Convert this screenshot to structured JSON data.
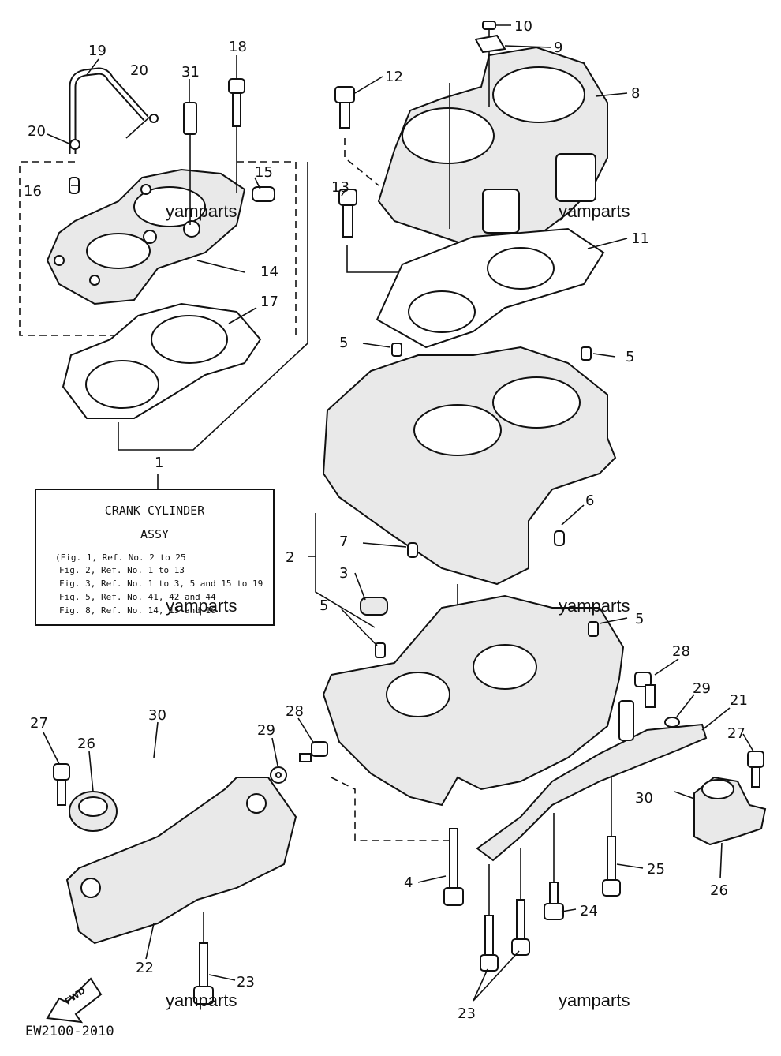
{
  "diagram": {
    "code": "EW2100-2010",
    "watermark": "yamparts",
    "assy_box": {
      "title": "CRANK CYLINDER",
      "subtitle": "ASSY",
      "lines": [
        "(Fig. 1, Ref. No. 2 to 25",
        "Fig. 2, Ref. No. 1 to 13",
        "Fig. 3, Ref. No. 1 to 3, 5 and 15 to 19",
        "Fig. 5, Ref. No. 41, 42 and 44",
        "Fig. 8, Ref. No. 14, 15 and 16"
      ]
    },
    "fwd_label": "FWD",
    "callouts": [
      "1",
      "2",
      "3",
      "4",
      "5",
      "6",
      "7",
      "8",
      "9",
      "10",
      "11",
      "12",
      "13",
      "14",
      "15",
      "16",
      "17",
      "18",
      "19",
      "20",
      "21",
      "22",
      "23",
      "24",
      "25",
      "26",
      "27",
      "28",
      "29",
      "30",
      "31"
    ]
  }
}
